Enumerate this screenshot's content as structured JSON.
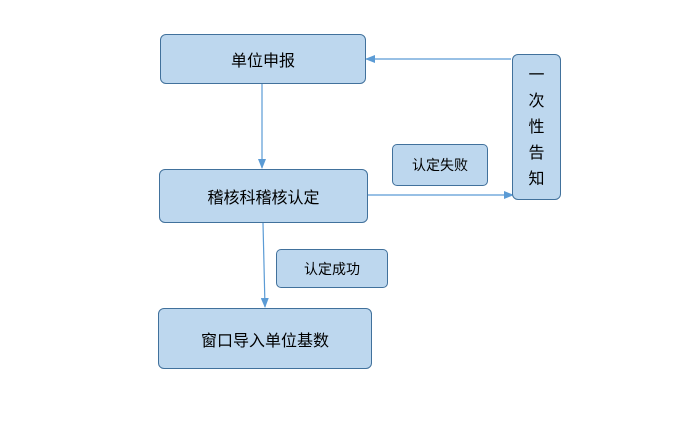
{
  "diagram": {
    "nodes": {
      "unit_report": "单位申报",
      "audit_review": "稽核科稽核认定",
      "window_import": "窗口导入单位基数",
      "notify_once": "一次性告知"
    },
    "labels": {
      "fail": "认定失败",
      "success": "认定成功"
    },
    "colors": {
      "box_fill": "#bdd7ee",
      "box_border": "#41719c",
      "arrow": "#5b9bd5"
    }
  }
}
